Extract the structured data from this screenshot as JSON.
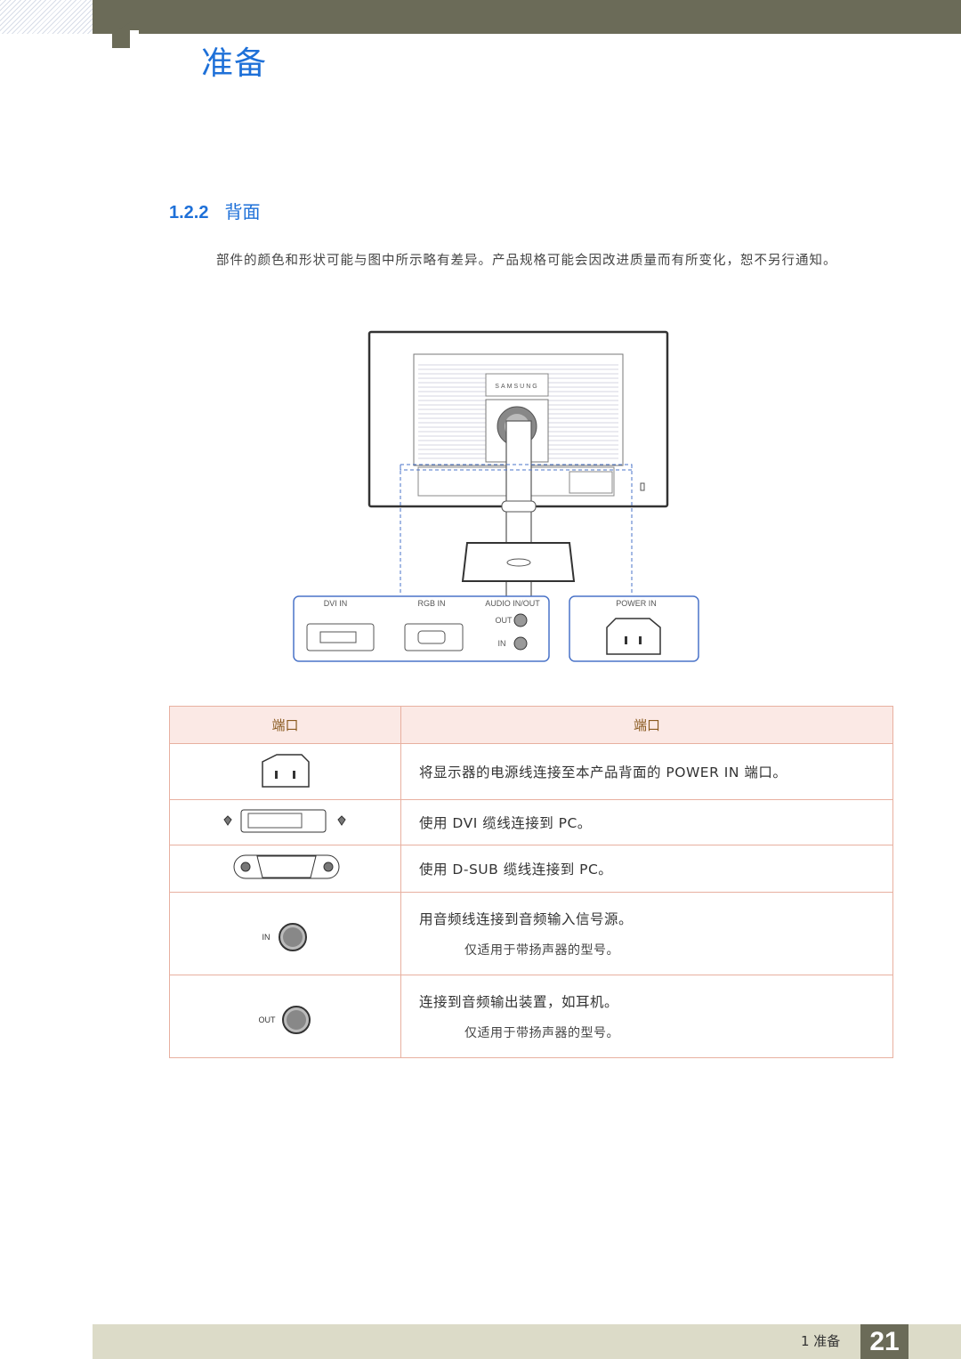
{
  "header": {
    "chapter_title": "准备"
  },
  "section": {
    "number": "1.2.2",
    "title": "背面"
  },
  "notice": "部件的颜色和形状可能与图中所示略有差异。产品规格可能会因改进质量而有所变化，恕不另行通知。",
  "diagram": {
    "brand": "SAMSUNG",
    "port_labels": {
      "dvi_in": "DVI IN",
      "rgb_in": "RGB IN",
      "audio": "AUDIO IN/OUT",
      "out": "OUT",
      "in": "IN",
      "power_in": "POWER IN"
    }
  },
  "table": {
    "headers": [
      "端口",
      "端口"
    ],
    "rows": [
      {
        "icon": "power-in-port-icon",
        "description": "将显示器的电源线连接至本产品背面的 POWER IN 端口。",
        "note": ""
      },
      {
        "icon": "dvi-port-icon",
        "description": "使用 DVI 缆线连接到 PC。",
        "note": ""
      },
      {
        "icon": "d-sub-port-icon",
        "description": "使用 D-SUB 缆线连接到 PC。",
        "note": ""
      },
      {
        "icon": "audio-in-jack-icon",
        "icon_label": "IN",
        "description": "用音频线连接到音频输入信号源。",
        "note": "仅适用于带扬声器的型号。"
      },
      {
        "icon": "audio-out-jack-icon",
        "icon_label": "OUT",
        "description": "连接到音频输出装置，如耳机。",
        "note": "仅适用于带扬声器的型号。"
      }
    ]
  },
  "footer": {
    "chapter": "1 准备",
    "page_number": "21"
  }
}
